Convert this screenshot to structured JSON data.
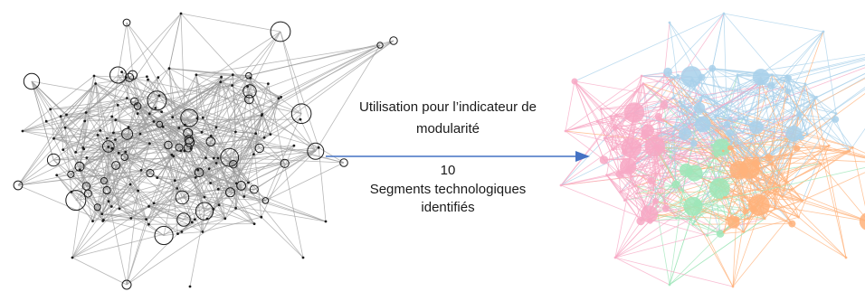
{
  "caption": {
    "line1": "Utilisation pour l’indicateur de",
    "line2": "modularité",
    "count": "10",
    "line3": "Segments technologiques",
    "line4": "identifiés"
  },
  "colors": {
    "raw_edge": "#9a9a9a",
    "raw_node": "#1a1a1a",
    "arrow": "#4472c4",
    "clusters": [
      "#f7a8c4",
      "#a8d0ea",
      "#9ee6b8",
      "#ffb27a",
      "#c8e28a",
      "#8ed6e6"
    ]
  },
  "icons": {
    "left_graph": "unclustered-network-graph",
    "right_graph": "clustered-network-graph",
    "arrow": "right-arrow"
  }
}
